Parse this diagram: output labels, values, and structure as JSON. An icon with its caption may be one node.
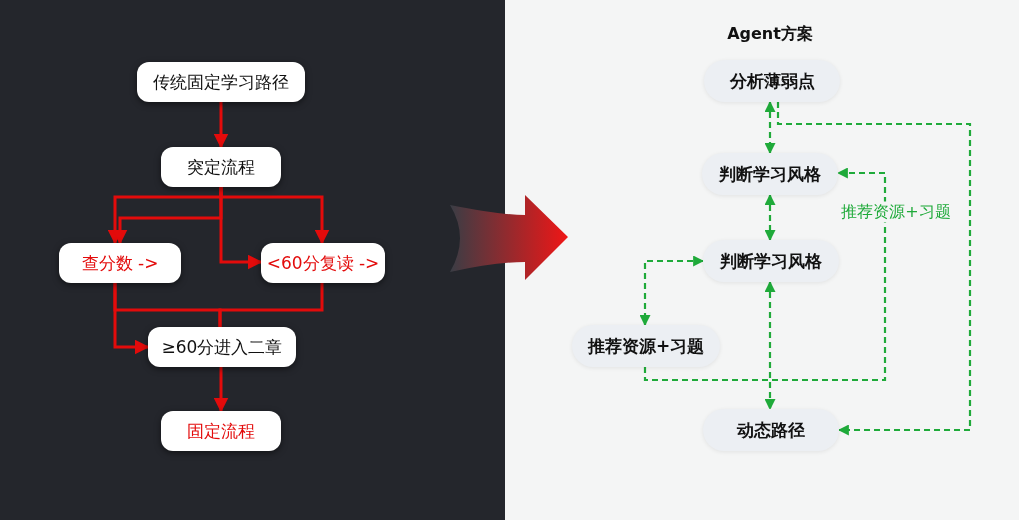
{
  "diagram": {
    "nodes": [
      {
        "text": [
          "传统固定学习路径"
        ]
      },
      {
        "text": [
          "突定流程"
        ]
      },
      {
        "text": [
          "查分数 ->"
        ]
      },
      {
        "text": [
          "<60分复读 ->"
        ]
      },
      {
        "text": [
          "≥60分进入二章"
        ]
      },
      {
        "text": [
          "固定流程"
        ]
      },
      {
        "text": [
          "分析薄弱点"
        ]
      },
      {
        "text": [
          "判断学习风格"
        ]
      },
      {
        "text": [
          "判断学习风格"
        ]
      },
      {
        "text": [
          "推荐资源+习题"
        ]
      },
      {
        "text": [
          "动态路径"
        ]
      }
    ],
    "edges": [
      {
        "from": 0,
        "to": 1,
        "arrow": "to"
      },
      {
        "from": 1,
        "to": 2,
        "arrow": "to"
      },
      {
        "from": 1,
        "to": 2,
        "arrow": "to"
      },
      {
        "from": 1,
        "to": 3,
        "arrow": "to"
      },
      {
        "from": 1,
        "to": 3,
        "arrow": "to"
      },
      {
        "from": 2,
        "to": 4,
        "arrow": "to"
      },
      {
        "from": 2,
        "to": 4,
        "arrow": "none"
      },
      {
        "from": 3,
        "to": 4,
        "arrow": "none"
      },
      {
        "from": 4,
        "to": 5,
        "arrow": "to"
      },
      {
        "from": 6,
        "to": 7,
        "arrow": "both",
        "style": "dashed",
        "color": "#1faa3a"
      },
      {
        "from": 7,
        "to": 8,
        "arrow": "both",
        "style": "dashed",
        "color": "#1faa3a"
      },
      {
        "from": 8,
        "to": 10,
        "arrow": "both",
        "style": "dashed",
        "color": "#1faa3a"
      },
      {
        "from": 8,
        "to": 9,
        "arrow": "both",
        "style": "dashed",
        "color": "#1faa3a"
      },
      {
        "from": 9,
        "to": 7,
        "arrow": "to",
        "label": "推荐资源+习题",
        "style": "dashed",
        "color": "#1faa3a"
      },
      {
        "from": 6,
        "to": 10,
        "arrow": "to",
        "style": "dashed",
        "color": "#1faa3a"
      }
    ],
    "labels": [
      "Agent方案"
    ]
  }
}
